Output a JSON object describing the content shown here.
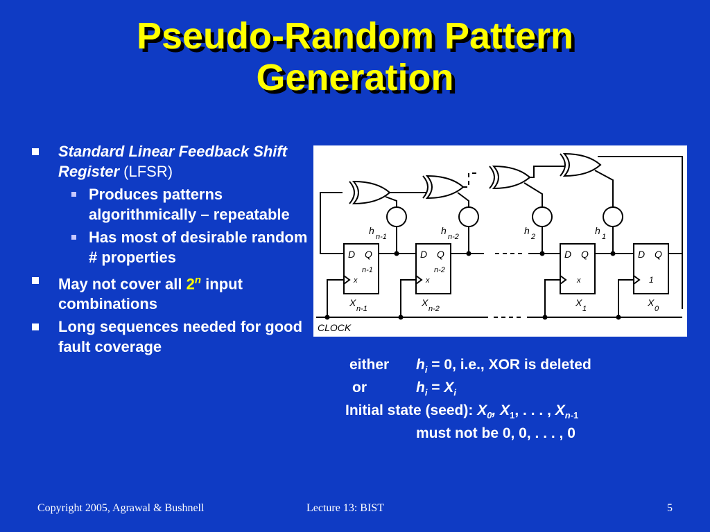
{
  "slide": {
    "title_line1": "Pseudo-Random Pattern",
    "title_line2": "Generation",
    "bullets": {
      "b1_italic": "Standard Linear Feedback Shift Register",
      "b1_rest": "(LFSR)",
      "sub1": "Produces patterns algorithmically – repeatable",
      "sub2": "Has most of desirable random # properties",
      "b2_pre": "May not cover all ",
      "b2_base": "2",
      "b2_exp": "n",
      "b2_post": " input combinations",
      "b3": "Long sequences needed for good fault coverage"
    },
    "diagram": {
      "clock": "CLOCK",
      "d": "D",
      "q": "Q",
      "x": "x",
      "taps": [
        {
          "h": "h",
          "sub": "n-1"
        },
        {
          "h": "h",
          "sub": "n-2"
        },
        {
          "h": "h",
          "sub": "2"
        },
        {
          "h": "h",
          "sub": "1"
        }
      ],
      "ff": [
        {
          "state_n": "n-1",
          "X": "X",
          "xsub": "n-1"
        },
        {
          "state_n": "n-2",
          "X": "X",
          "xsub": "n-2"
        },
        {
          "state_n": "",
          "X": "X",
          "xsub": "1"
        },
        {
          "state_n": "1",
          "X": "X",
          "xsub": "0"
        }
      ]
    },
    "notes": {
      "either": "either",
      "h": "h",
      "i": "i",
      "either_text": " = 0, i.e., XOR is deleted",
      "or": "or",
      "or_eq": " = ",
      "X": "X",
      "seed_pre": "Initial state (seed): ",
      "x0": "0",
      "comma": ", ",
      "x1": "1",
      "dots": ", . . . , ",
      "xn": "n",
      "minus1": "-1",
      "must": "must not be 0, 0, . . . , 0"
    },
    "footer": {
      "copyright": "Copyright 2005, Agrawal & Bushnell",
      "lecture": "Lecture 13: BIST",
      "page": "5"
    }
  }
}
